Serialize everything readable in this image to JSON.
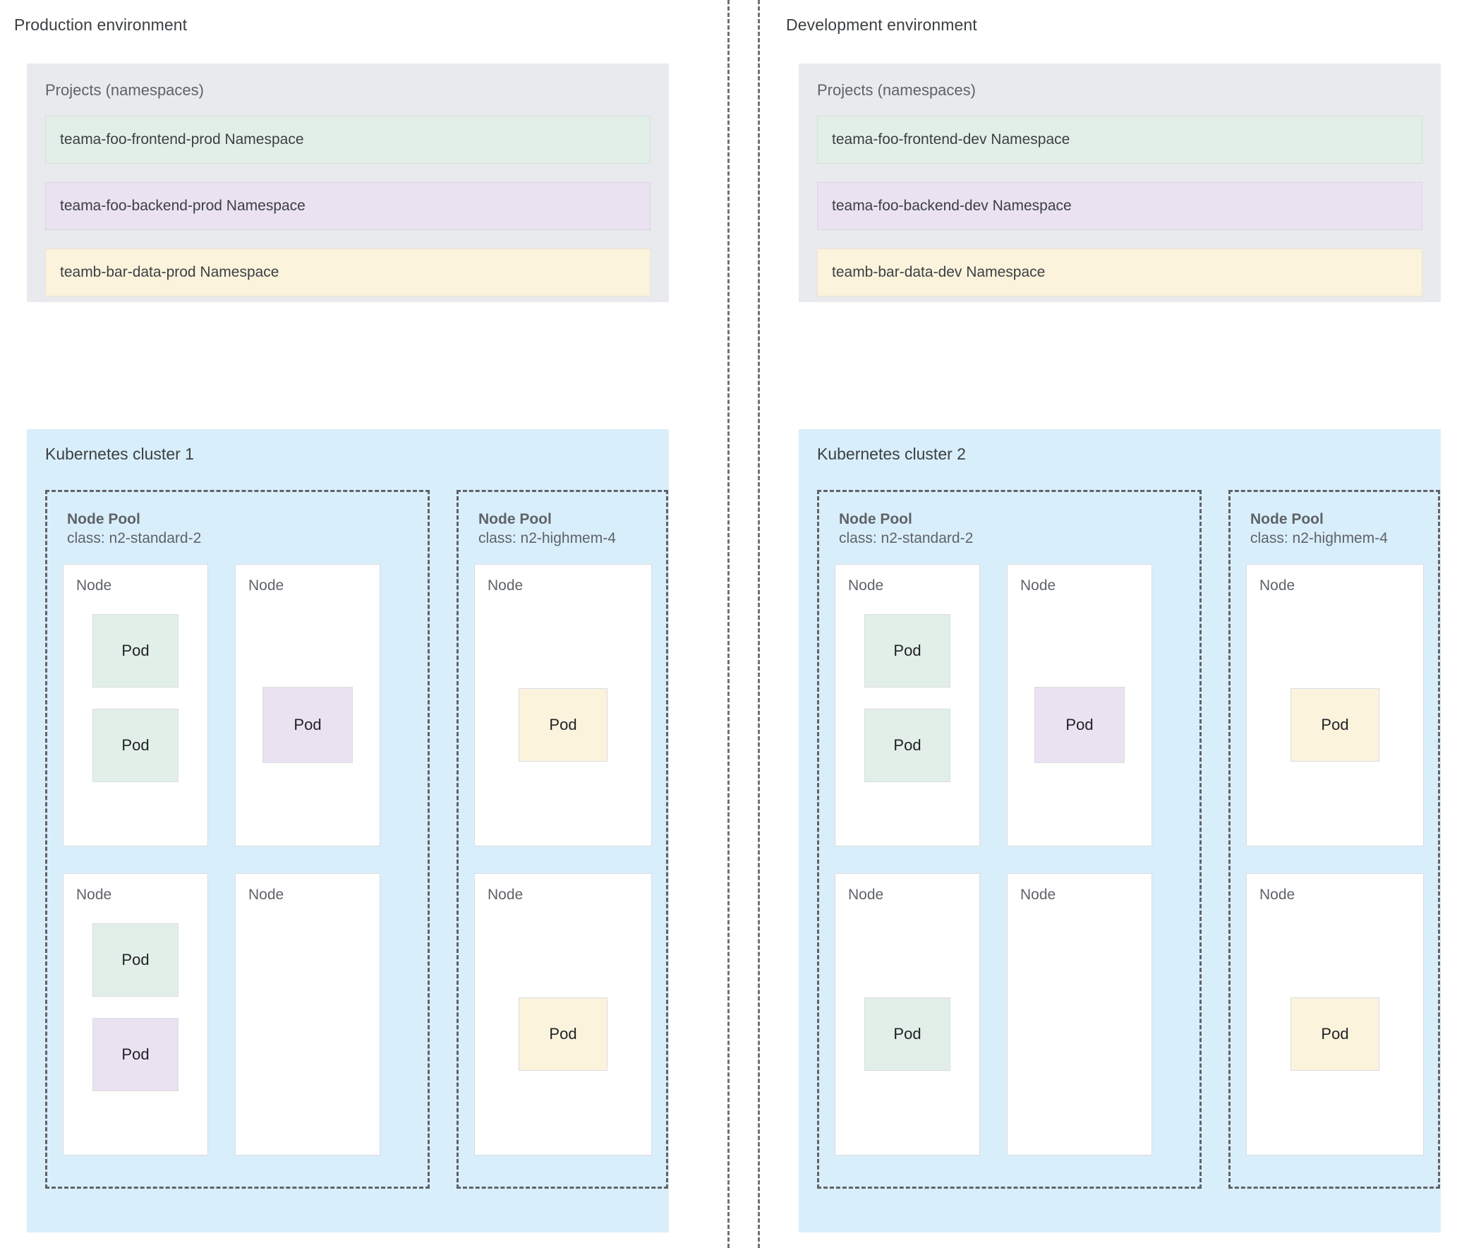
{
  "colors": {
    "panel_grey": "#e8eaed",
    "cluster_blue": "#d9eefb",
    "green": "#e2efe8",
    "purple": "#eae2f1",
    "yellow": "#fcf3dd",
    "text_dark": "#3c4043",
    "text_muted": "#5f6368",
    "dash": "#5f6368"
  },
  "environments": [
    {
      "title": "Production environment",
      "projects": {
        "title": "Projects (namespaces)",
        "namespaces": [
          {
            "label": "teama-foo-frontend-prod Namespace",
            "color": "green"
          },
          {
            "label": "teama-foo-backend-prod Namespace",
            "color": "purple"
          },
          {
            "label": "teamb-bar-data-prod Namespace",
            "color": "yellow"
          }
        ]
      },
      "cluster": {
        "title": "Kubernetes cluster 1",
        "node_pools": [
          {
            "title": "Node Pool",
            "class_label": "class: n2-standard-2",
            "nodes": [
              {
                "label": "Node",
                "pods": [
                  {
                    "label": "Pod",
                    "color": "green"
                  },
                  {
                    "label": "Pod",
                    "color": "green"
                  }
                ]
              },
              {
                "label": "Node",
                "pods": [
                  {
                    "label": "Pod",
                    "color": "purple"
                  }
                ]
              },
              {
                "label": "Node",
                "pods": [
                  {
                    "label": "Pod",
                    "color": "green"
                  },
                  {
                    "label": "Pod",
                    "color": "purple"
                  }
                ]
              },
              {
                "label": "Node",
                "pods": []
              }
            ]
          },
          {
            "title": "Node Pool",
            "class_label": "class: n2-highmem-4",
            "nodes": [
              {
                "label": "Node",
                "pods": [
                  {
                    "label": "Pod",
                    "color": "yellow"
                  }
                ]
              },
              {
                "label": "Node",
                "pods": [
                  {
                    "label": "Pod",
                    "color": "yellow"
                  }
                ]
              }
            ]
          }
        ]
      }
    },
    {
      "title": "Development environment",
      "projects": {
        "title": "Projects (namespaces)",
        "namespaces": [
          {
            "label": "teama-foo-frontend-dev Namespace",
            "color": "green"
          },
          {
            "label": "teama-foo-backend-dev Namespace",
            "color": "purple"
          },
          {
            "label": "teamb-bar-data-dev Namespace",
            "color": "yellow"
          }
        ]
      },
      "cluster": {
        "title": "Kubernetes cluster 2",
        "node_pools": [
          {
            "title": "Node Pool",
            "class_label": "class: n2-standard-2",
            "nodes": [
              {
                "label": "Node",
                "pods": [
                  {
                    "label": "Pod",
                    "color": "green"
                  },
                  {
                    "label": "Pod",
                    "color": "green"
                  }
                ]
              },
              {
                "label": "Node",
                "pods": [
                  {
                    "label": "Pod",
                    "color": "purple"
                  }
                ]
              },
              {
                "label": "Node",
                "pods": [
                  {
                    "label": "Pod",
                    "color": "green"
                  }
                ]
              },
              {
                "label": "Node",
                "pods": []
              }
            ]
          },
          {
            "title": "Node Pool",
            "class_label": "class: n2-highmem-4",
            "nodes": [
              {
                "label": "Node",
                "pods": [
                  {
                    "label": "Pod",
                    "color": "yellow"
                  }
                ]
              },
              {
                "label": "Node",
                "pods": [
                  {
                    "label": "Pod",
                    "color": "yellow"
                  }
                ]
              }
            ]
          }
        ]
      }
    }
  ]
}
